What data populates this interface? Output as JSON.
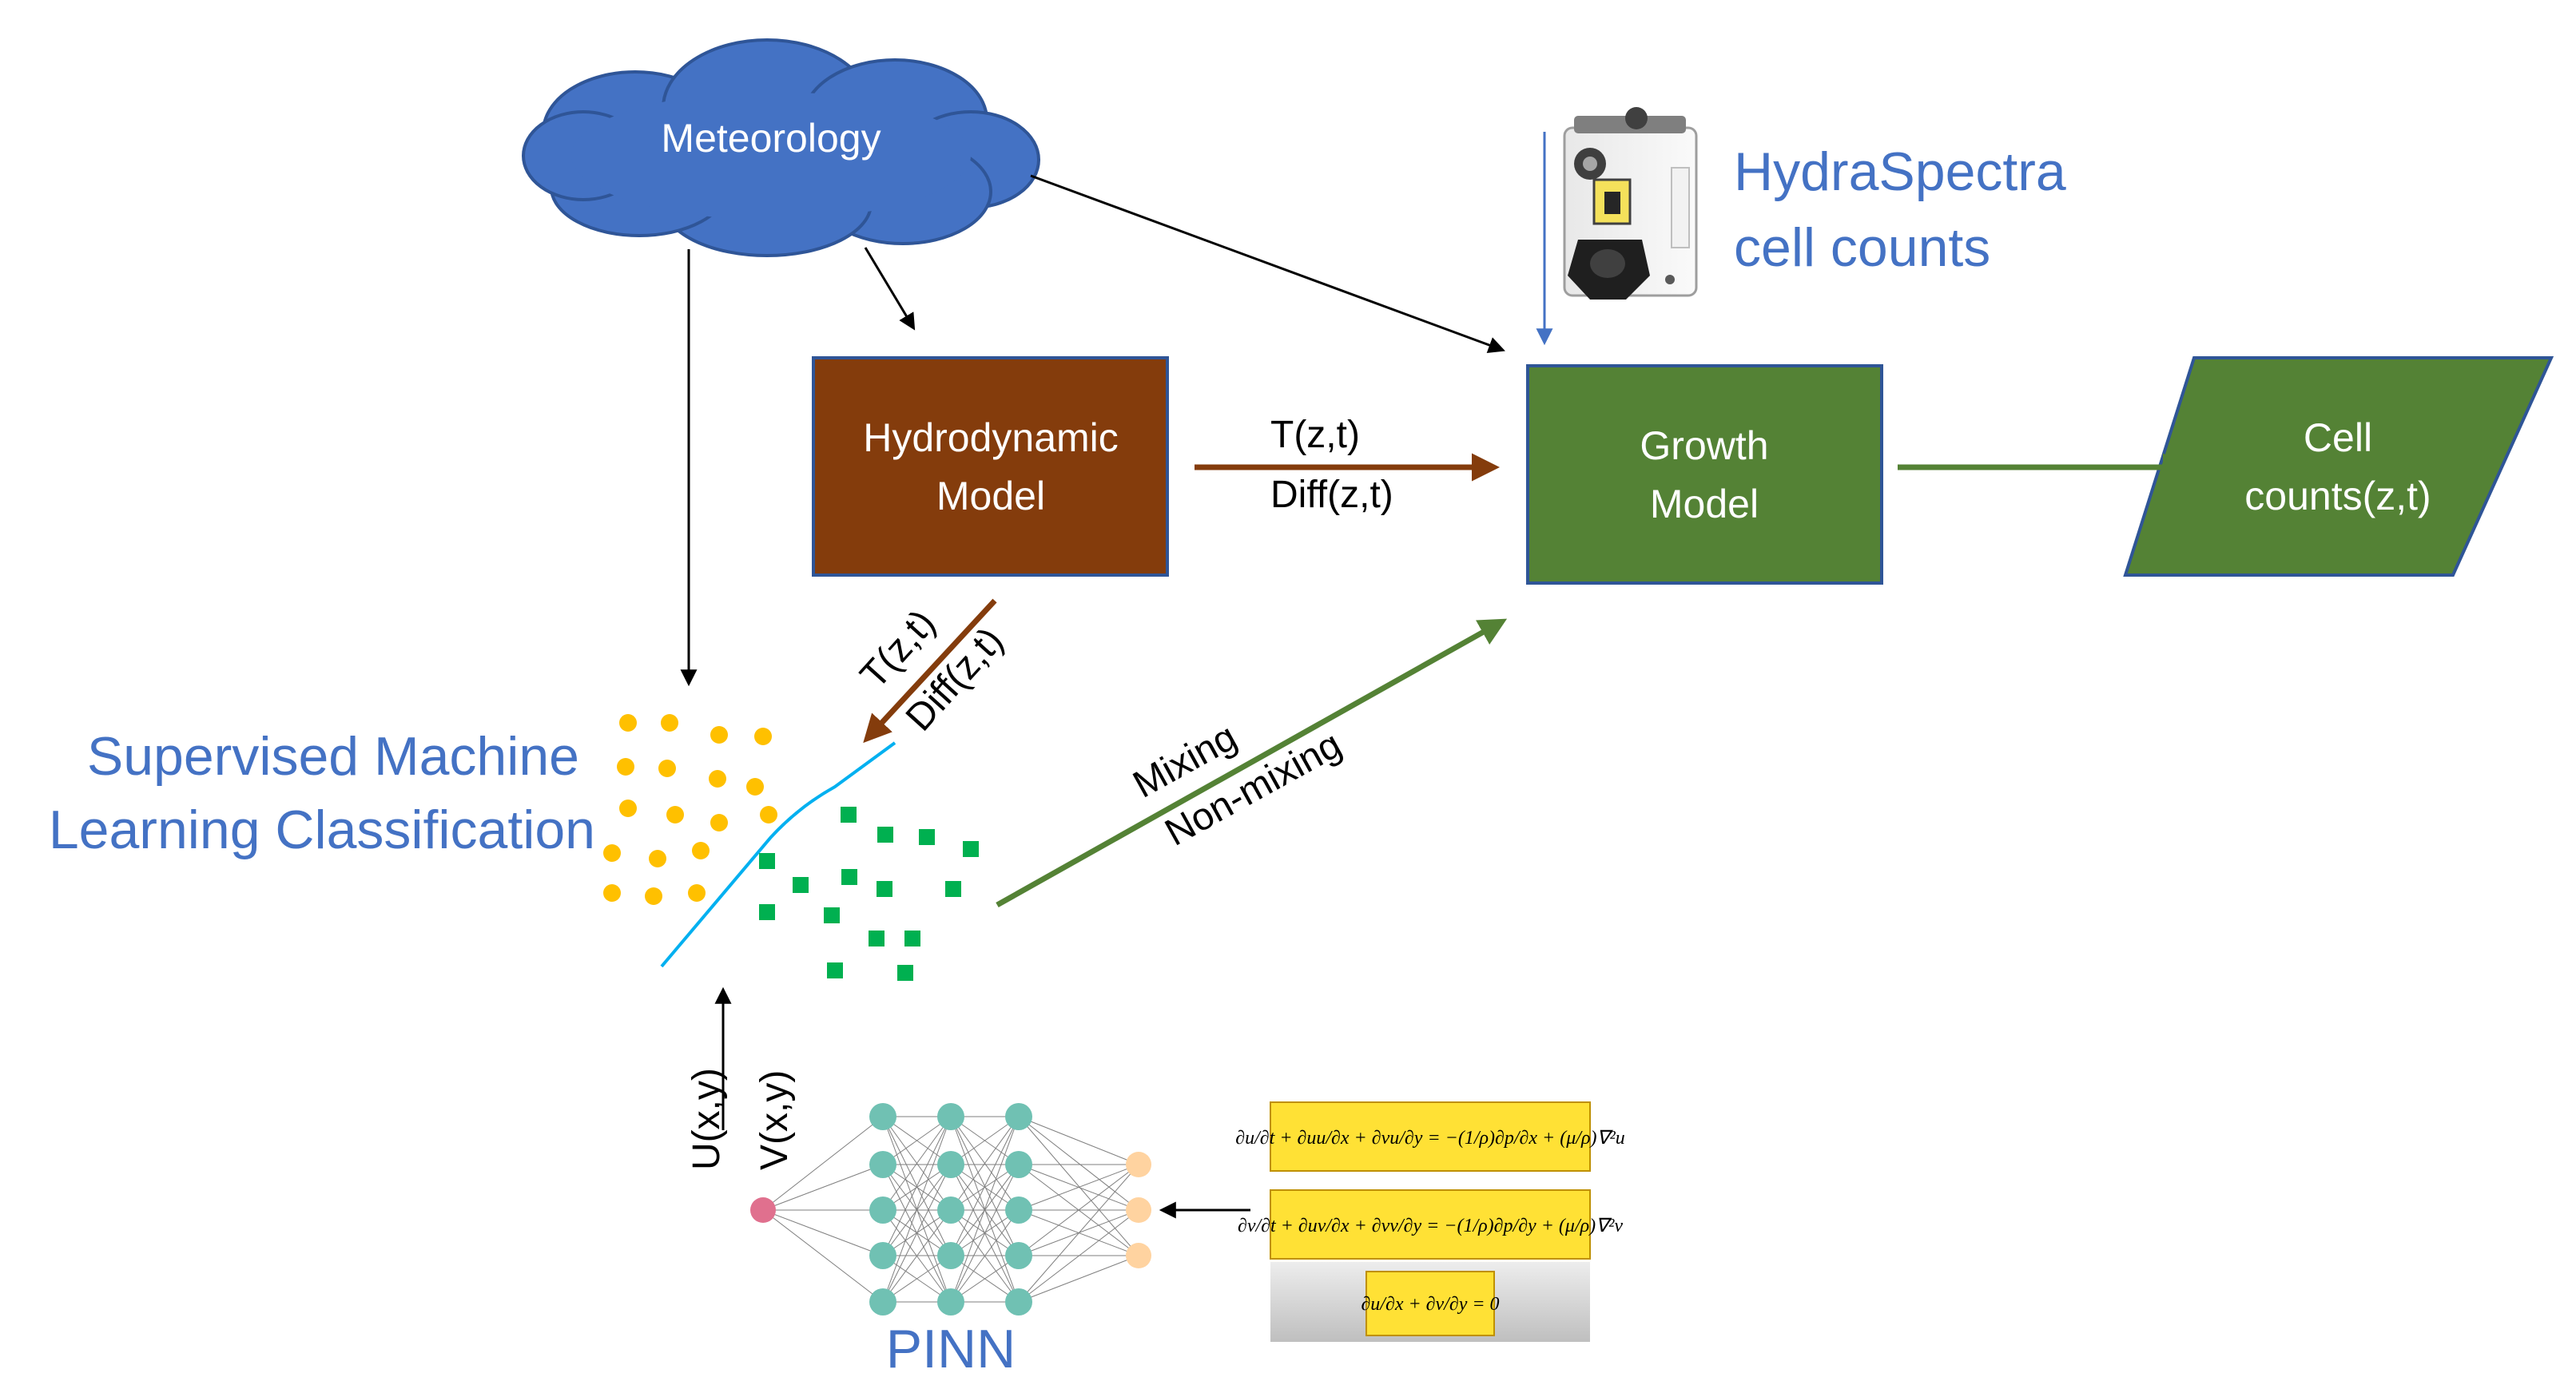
{
  "colors": {
    "cloud": "#4472C4",
    "cloud_stroke": "#2F5597",
    "hydro_box": "#843C0C",
    "growth_box": "#548235",
    "box_stroke": "#2F5597",
    "blue_text": "#4472C4",
    "arrow_black": "#000000",
    "arrow_brown": "#843C0C",
    "arrow_green": "#548235",
    "dot_yellow": "#FFC000",
    "square_green": "#00B050",
    "boundary_line": "#00B0F0",
    "nn_hidden": "#70C1B3",
    "nn_input": "#E0708E",
    "nn_output": "#FFD3A0",
    "equation_bg": "#FFE135",
    "equation_strip": "#D9D9D9"
  },
  "cloud": {
    "label": "Meteorology"
  },
  "hydrodynamic": {
    "line1": "Hydrodynamic",
    "line2": "Model"
  },
  "growth": {
    "line1": "Growth",
    "line2": "Model"
  },
  "output": {
    "line1": "Cell",
    "line2": "counts(z,t)"
  },
  "sensor": {
    "line1": "HydraSpectra",
    "line2": "cell counts",
    "icon": "sensor-device-icon"
  },
  "edge_hydro_growth": {
    "top": "T(z,t)",
    "bottom": "Diff(z,t)"
  },
  "edge_hydro_ml": {
    "top": "T(z,t)",
    "bottom": "Diff(z,t)"
  },
  "edge_ml_growth": {
    "top": "Mixing",
    "bottom": "Non-mixing"
  },
  "ml": {
    "line1": "Supervised Machine",
    "line2": "Learning Classification"
  },
  "edge_pinn_ml": {
    "top": "U(x,y)",
    "bottom": "V(x,y)"
  },
  "pinn": {
    "label": "PINN"
  },
  "equations": {
    "eq1": "∂u/∂t + ∂uu/∂x + ∂vu/∂y = −(1/ρ)∂p/∂x + (μ/ρ)∇²u",
    "eq2": "∂v/∂t + ∂uv/∂x + ∂vv/∂y = −(1/ρ)∂p/∂y + (μ/ρ)∇²v",
    "eq3": "∂u/∂x + ∂v/∂y = 0"
  }
}
